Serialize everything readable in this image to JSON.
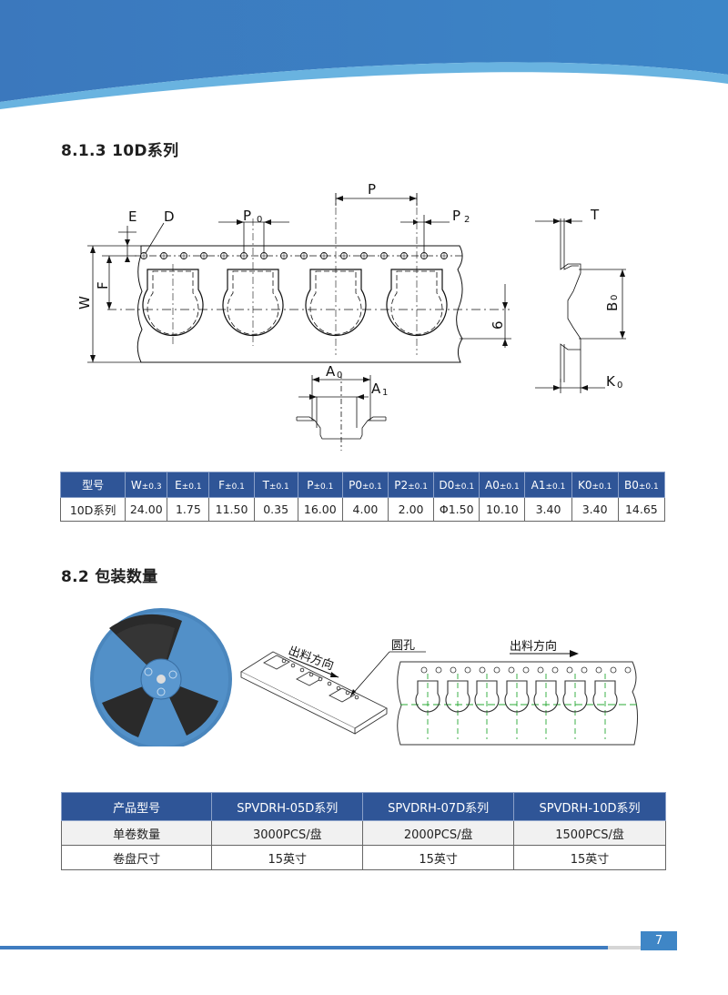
{
  "section_1": {
    "title": "8.1.3  10D系列",
    "dimension_labels": {
      "E": "E",
      "D": "D",
      "P0": "P",
      "P0_sub": "0",
      "P": "P",
      "P2": "P",
      "P2_sub": "2",
      "T": "T",
      "W": "W",
      "F": "F",
      "G": "6",
      "B0": "B",
      "B0_sub": "0",
      "K0": "K",
      "K0_sub": "0",
      "A0": "A",
      "A0_sub": "0",
      "A1": "A",
      "A1_sub": "1"
    },
    "spec_table": {
      "headers": [
        {
          "main": "型号",
          "tol": ""
        },
        {
          "main": "W",
          "tol": "±0.3"
        },
        {
          "main": "E",
          "tol": "±0.1"
        },
        {
          "main": "F",
          "tol": "±0.1"
        },
        {
          "main": "T",
          "tol": "±0.1"
        },
        {
          "main": "P",
          "tol": "±0.1"
        },
        {
          "main": "P0",
          "tol": "±0.1"
        },
        {
          "main": "P2",
          "tol": "±0.1"
        },
        {
          "main": "D0",
          "tol": "±0.1"
        },
        {
          "main": "A0",
          "tol": "±0.1"
        },
        {
          "main": "A1",
          "tol": "±0.1"
        },
        {
          "main": "K0",
          "tol": "±0.1"
        },
        {
          "main": "B0",
          "tol": "±0.1"
        }
      ],
      "row": [
        "10D系列",
        "24.00",
        "1.75",
        "11.50",
        "0.35",
        "16.00",
        "4.00",
        "2.00",
        "Φ1.50",
        "10.10",
        "3.40",
        "3.40",
        "14.65"
      ]
    }
  },
  "section_2": {
    "title": "8.2 包装数量",
    "labels": {
      "feed_direction_left": "出料方向",
      "round_hole": "圆孔",
      "feed_direction_right": "出料方向"
    },
    "pack_table": {
      "headers": [
        "产品型号",
        "SPVDRH-05D系列",
        "SPVDRH-07D系列",
        "SPVDRH-10D系列"
      ],
      "rows": [
        [
          "单卷数量",
          "3000PCS/盘",
          "2000PCS/盘",
          "1500PCS/盘"
        ],
        [
          "卷盘尺寸",
          "15英寸",
          "15英寸",
          "15英寸"
        ]
      ]
    }
  },
  "footer": {
    "page_number": "7"
  },
  "colors": {
    "header_blue": "#2f5597",
    "accent_blue": "#3f86c6",
    "reel_blue": "#4a86bd"
  }
}
